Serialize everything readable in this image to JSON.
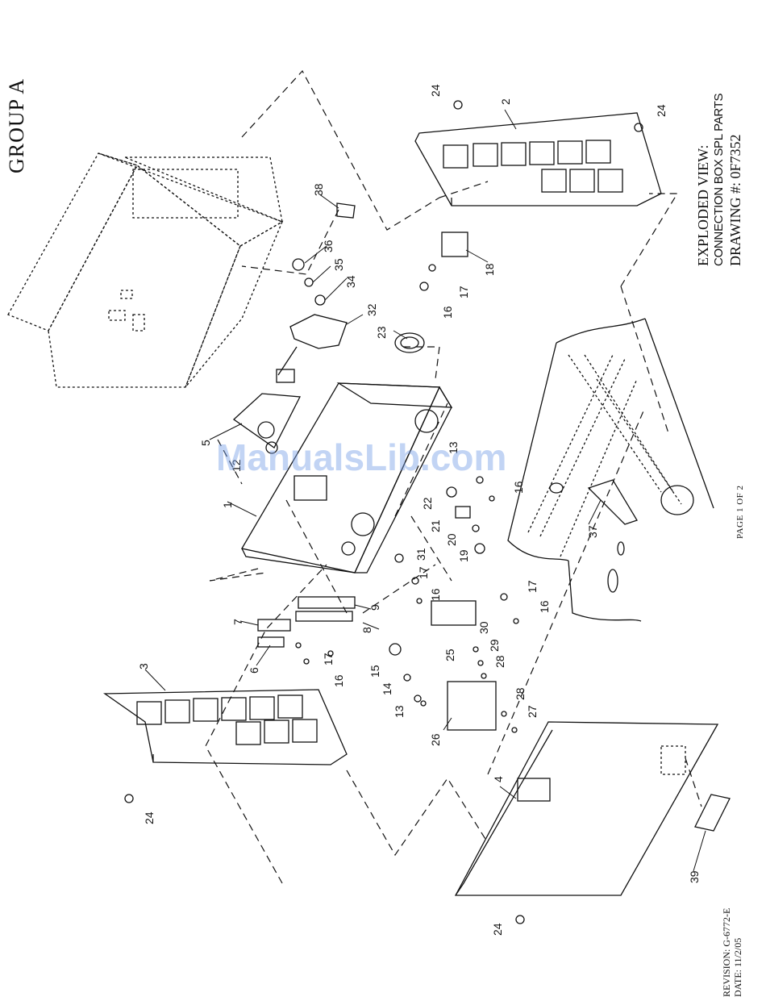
{
  "header": {
    "group_title": "GROUP A",
    "view_title": "EXPLODED VIEW:",
    "view_subtitle": "CONNECTION BOX SPL PARTS",
    "drawing_number": "DRAWING #: 0F7352",
    "page_label": "PAGE 1 OF 2",
    "revision": "REVISION:  G-6772-E",
    "date": "DATE:  11/2/05"
  },
  "watermark": "ManualsLib.com",
  "callouts": [
    {
      "id": "c1",
      "label": "1"
    },
    {
      "id": "c2",
      "label": "2"
    },
    {
      "id": "c3",
      "label": "3"
    },
    {
      "id": "c4",
      "label": "4"
    },
    {
      "id": "c5",
      "label": "5"
    },
    {
      "id": "c6",
      "label": "6"
    },
    {
      "id": "c7",
      "label": "7"
    },
    {
      "id": "c8",
      "label": "8"
    },
    {
      "id": "c9",
      "label": "9"
    },
    {
      "id": "c12",
      "label": "12"
    },
    {
      "id": "c13",
      "label": "13"
    },
    {
      "id": "c13b",
      "label": "13"
    },
    {
      "id": "c14",
      "label": "14"
    },
    {
      "id": "c15",
      "label": "15"
    },
    {
      "id": "c16a",
      "label": "16"
    },
    {
      "id": "c16b",
      "label": "16"
    },
    {
      "id": "c16c",
      "label": "16"
    },
    {
      "id": "c16d",
      "label": "16"
    },
    {
      "id": "c16e",
      "label": "16"
    },
    {
      "id": "c17a",
      "label": "17"
    },
    {
      "id": "c17b",
      "label": "17"
    },
    {
      "id": "c17c",
      "label": "17"
    },
    {
      "id": "c17d",
      "label": "17"
    },
    {
      "id": "c18",
      "label": "18"
    },
    {
      "id": "c19",
      "label": "19"
    },
    {
      "id": "c20",
      "label": "20"
    },
    {
      "id": "c21",
      "label": "21"
    },
    {
      "id": "c22",
      "label": "22"
    },
    {
      "id": "c23",
      "label": "23"
    },
    {
      "id": "c24a",
      "label": "24"
    },
    {
      "id": "c24b",
      "label": "24"
    },
    {
      "id": "c24c",
      "label": "24"
    },
    {
      "id": "c24d",
      "label": "24"
    },
    {
      "id": "c25",
      "label": "25"
    },
    {
      "id": "c26",
      "label": "26"
    },
    {
      "id": "c27",
      "label": "27"
    },
    {
      "id": "c28a",
      "label": "28"
    },
    {
      "id": "c28b",
      "label": "28"
    },
    {
      "id": "c29",
      "label": "29"
    },
    {
      "id": "c30",
      "label": "30"
    },
    {
      "id": "c31",
      "label": "31"
    },
    {
      "id": "c32",
      "label": "32"
    },
    {
      "id": "c34",
      "label": "34"
    },
    {
      "id": "c35",
      "label": "35"
    },
    {
      "id": "c36",
      "label": "36"
    },
    {
      "id": "c37",
      "label": "37"
    },
    {
      "id": "c38",
      "label": "38"
    },
    {
      "id": "c39",
      "label": "39"
    }
  ]
}
